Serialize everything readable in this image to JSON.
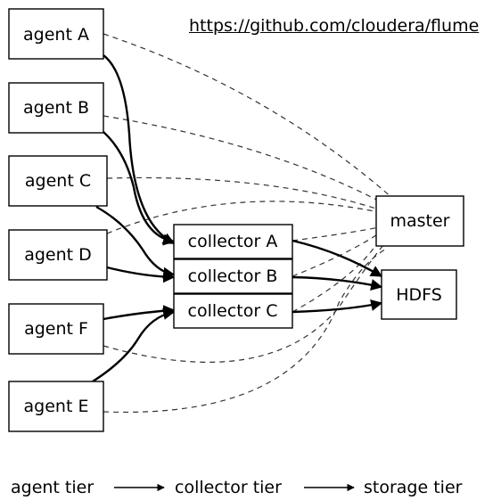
{
  "url": "https://github.com/cloudera/flume",
  "nodes": {
    "agent_a": "agent A",
    "agent_b": "agent B",
    "agent_c": "agent C",
    "agent_d": "agent D",
    "agent_f": "agent F",
    "agent_e": "agent E",
    "collector_a": "collector A",
    "collector_b": "collector B",
    "collector_c": "collector C",
    "master": "master",
    "hdfs": "HDFS"
  },
  "tiers": [
    "agent tier",
    "collector tier",
    "storage tier"
  ]
}
